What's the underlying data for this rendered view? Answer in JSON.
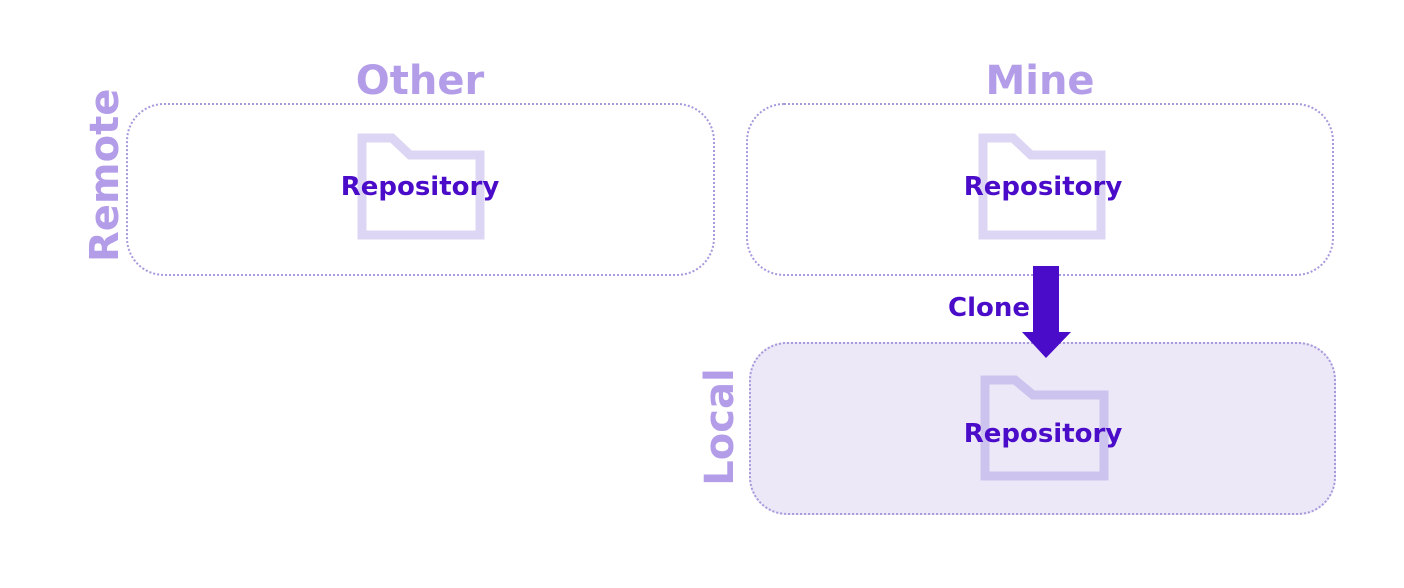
{
  "columns": {
    "other": "Other",
    "mine": "Mine"
  },
  "rows": {
    "remote": "Remote",
    "local": "Local"
  },
  "repositories": {
    "other_remote": "Repository",
    "mine_remote": "Repository",
    "mine_local": "Repository"
  },
  "action": {
    "clone": "Clone"
  },
  "colors": {
    "heading": "#b39ce8",
    "box_border": "#a899dc",
    "local_fill": "#ece8f7",
    "folder_light": "#dcd6f4",
    "folder_local": "#cdc3ef",
    "text_dark": "#4a0cc8",
    "arrow": "#4a0cc8"
  },
  "icons": {
    "folder": "folder-icon",
    "arrow": "arrow-down-icon"
  }
}
